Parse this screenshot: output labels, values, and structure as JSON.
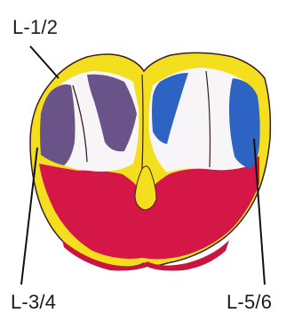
{
  "labels": {
    "top_left": "L-1/2",
    "bottom_left": "L-3/4",
    "bottom_right": "L-5/6"
  },
  "colors": {
    "outline_yellow": "#f4df1e",
    "red_region": "#d41746",
    "purple_region": "#6a5388",
    "blue_region": "#2d64c3",
    "white_region": "#f7f5f7",
    "dark_outline": "#3c1e1e",
    "leader_line": "#111111"
  }
}
